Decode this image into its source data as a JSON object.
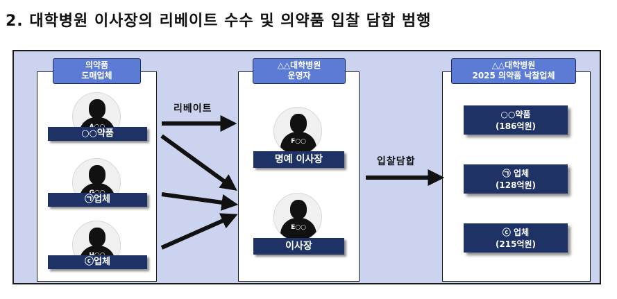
{
  "title": "2. 대학병원 이사장의 리베이트 수수 및 의약품 입찰 담합 범행",
  "left_panel": {
    "header_line1": "의약품",
    "header_line2": "도매업체",
    "people": [
      {
        "code": "A○○",
        "label": "○○약품"
      },
      {
        "code": "G○○",
        "label": "㉠업체"
      },
      {
        "code": "H○○",
        "label": "ⓒ업체"
      }
    ]
  },
  "middle_panel": {
    "header_line1": "△△대학병원",
    "header_line2": "운영자",
    "people": [
      {
        "code": "F○○",
        "label": "명예 이사장"
      },
      {
        "code": "E○○",
        "label": "이사장"
      }
    ]
  },
  "right_panel": {
    "header_line1": "△△대학병원",
    "header_line2": "2025 의약품 낙찰업체",
    "winners": [
      {
        "name": "○○약품",
        "amount": "(186억원)"
      },
      {
        "name": "㉠ 업체",
        "amount": "(128억원)"
      },
      {
        "name": "ⓒ 업체",
        "amount": "(215억원)"
      }
    ]
  },
  "arrows": {
    "rebate_label": "리베이트",
    "bid_label": "입찰담합"
  },
  "colors": {
    "frame_bg": "#ccd3ee",
    "header_blue": "#5b7bd5",
    "navy": "#1e3266"
  }
}
